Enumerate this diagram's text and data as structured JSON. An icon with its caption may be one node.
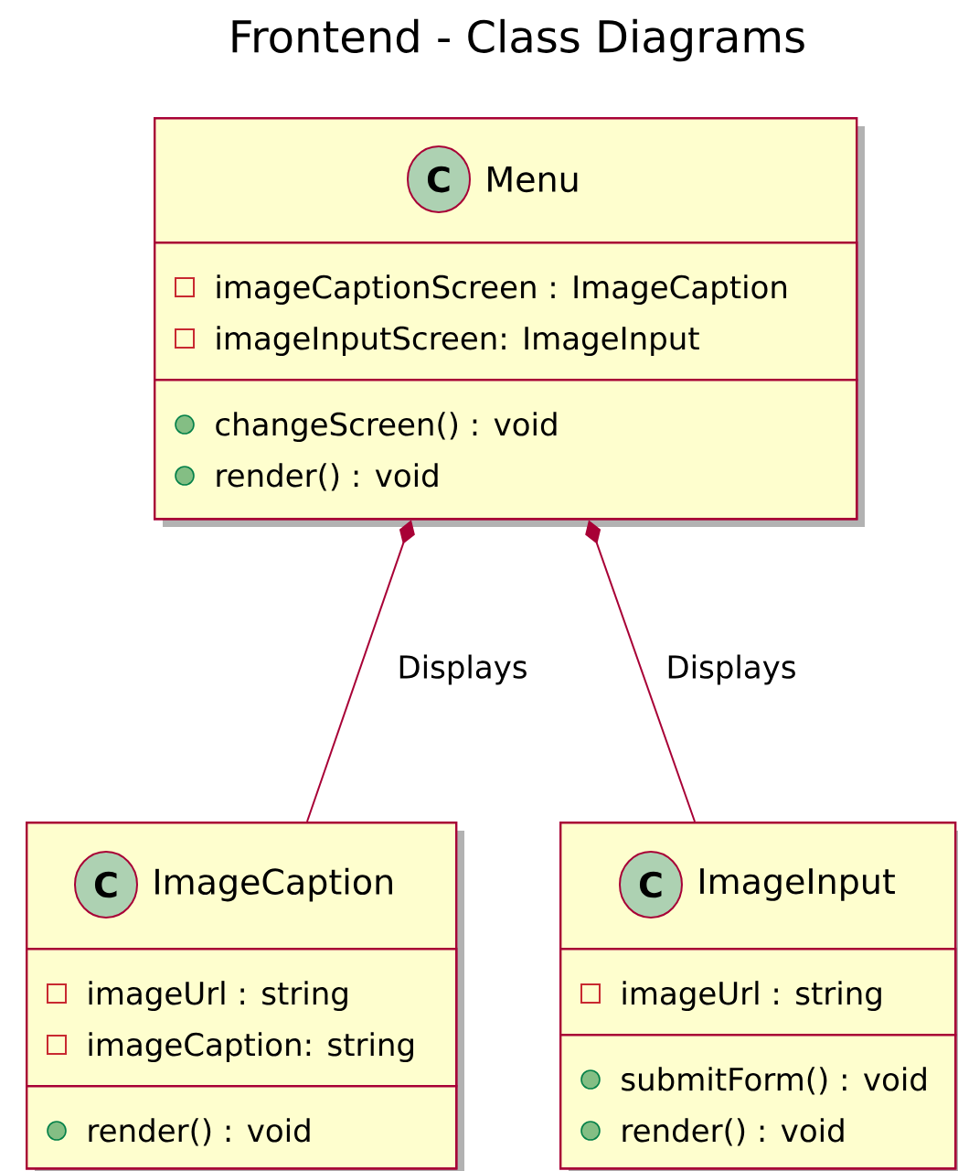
{
  "diagram": {
    "title": "Frontend - Class Diagrams",
    "nodes": [
      {
        "text": [
          "C",
          "Menu"
        ]
      },
      {
        "text": [
          "imageCaptionScreen : ImageCaption",
          "imageInputScreen: ImageInput"
        ],
        "in": 0
      },
      {
        "text": [
          "changeScreen() : void",
          "render() : void"
        ],
        "in": 0
      },
      {
        "text": [
          "C",
          "ImageCaption"
        ]
      },
      {
        "text": [
          "imageUrl : string",
          "imageCaption: string"
        ],
        "in": 3
      },
      {
        "text": [
          "render() : void"
        ],
        "in": 3
      },
      {
        "text": [
          "C",
          "ImageInput"
        ]
      },
      {
        "text": [
          "imageUrl : string"
        ],
        "in": 6
      },
      {
        "text": [
          "submitForm() : void",
          "render() : void"
        ],
        "in": 6
      }
    ],
    "edges": [
      {
        "from": 0,
        "to": 3,
        "arrow": "other",
        "label": "Displays"
      },
      {
        "from": 0,
        "to": 6,
        "arrow": "other",
        "label": "Displays"
      }
    ]
  }
}
